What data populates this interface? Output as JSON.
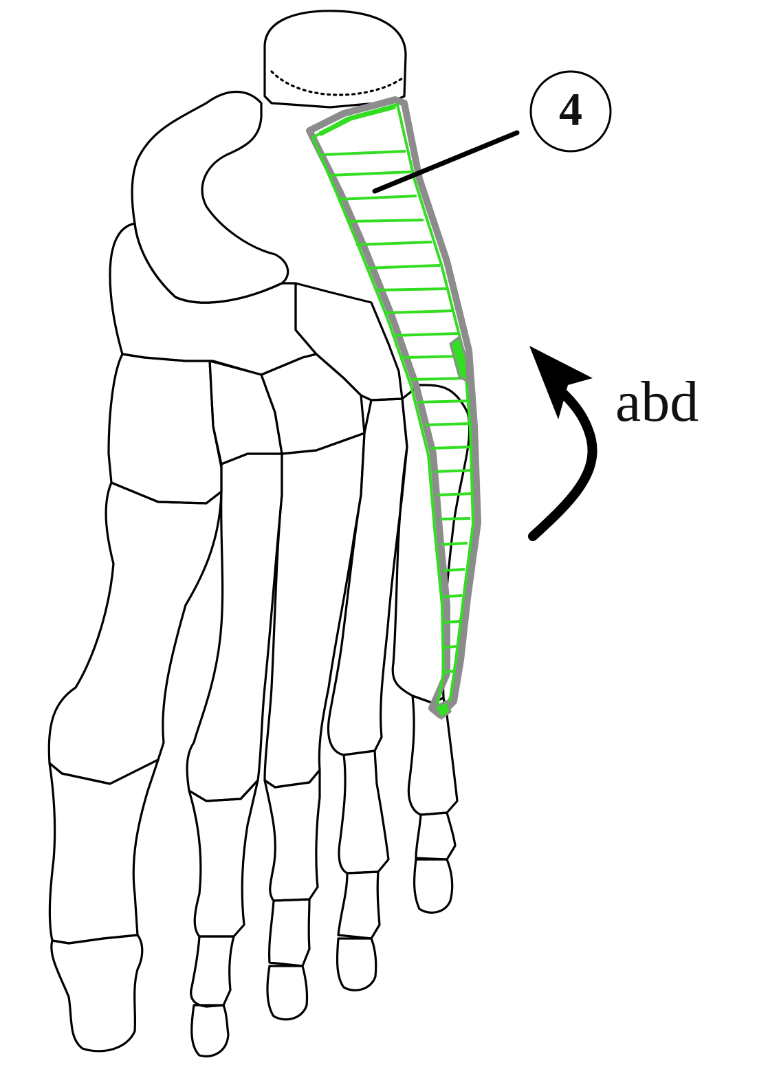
{
  "callout": {
    "number": "4"
  },
  "movement": {
    "label": "abd"
  },
  "colors": {
    "muscle_fill_lines": "#33dd22",
    "muscle_border": "#8c8c8c",
    "bone_lines": "#000000",
    "background": "#ffffff"
  },
  "icons": {
    "arrow": "curved-arrow-up"
  }
}
